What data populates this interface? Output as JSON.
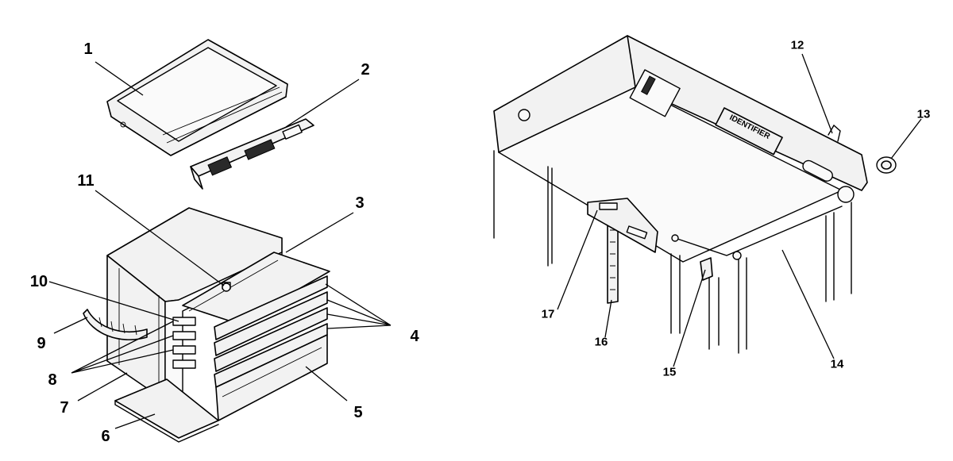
{
  "diagram": {
    "left_assembly_callouts": [
      "1",
      "2",
      "3",
      "4",
      "5",
      "6",
      "7",
      "8",
      "9",
      "10",
      "11"
    ],
    "right_assembly_callouts": [
      "12",
      "13",
      "14",
      "15",
      "16",
      "17"
    ],
    "cabinet_nameplate_text": "IDENTIFIER"
  }
}
